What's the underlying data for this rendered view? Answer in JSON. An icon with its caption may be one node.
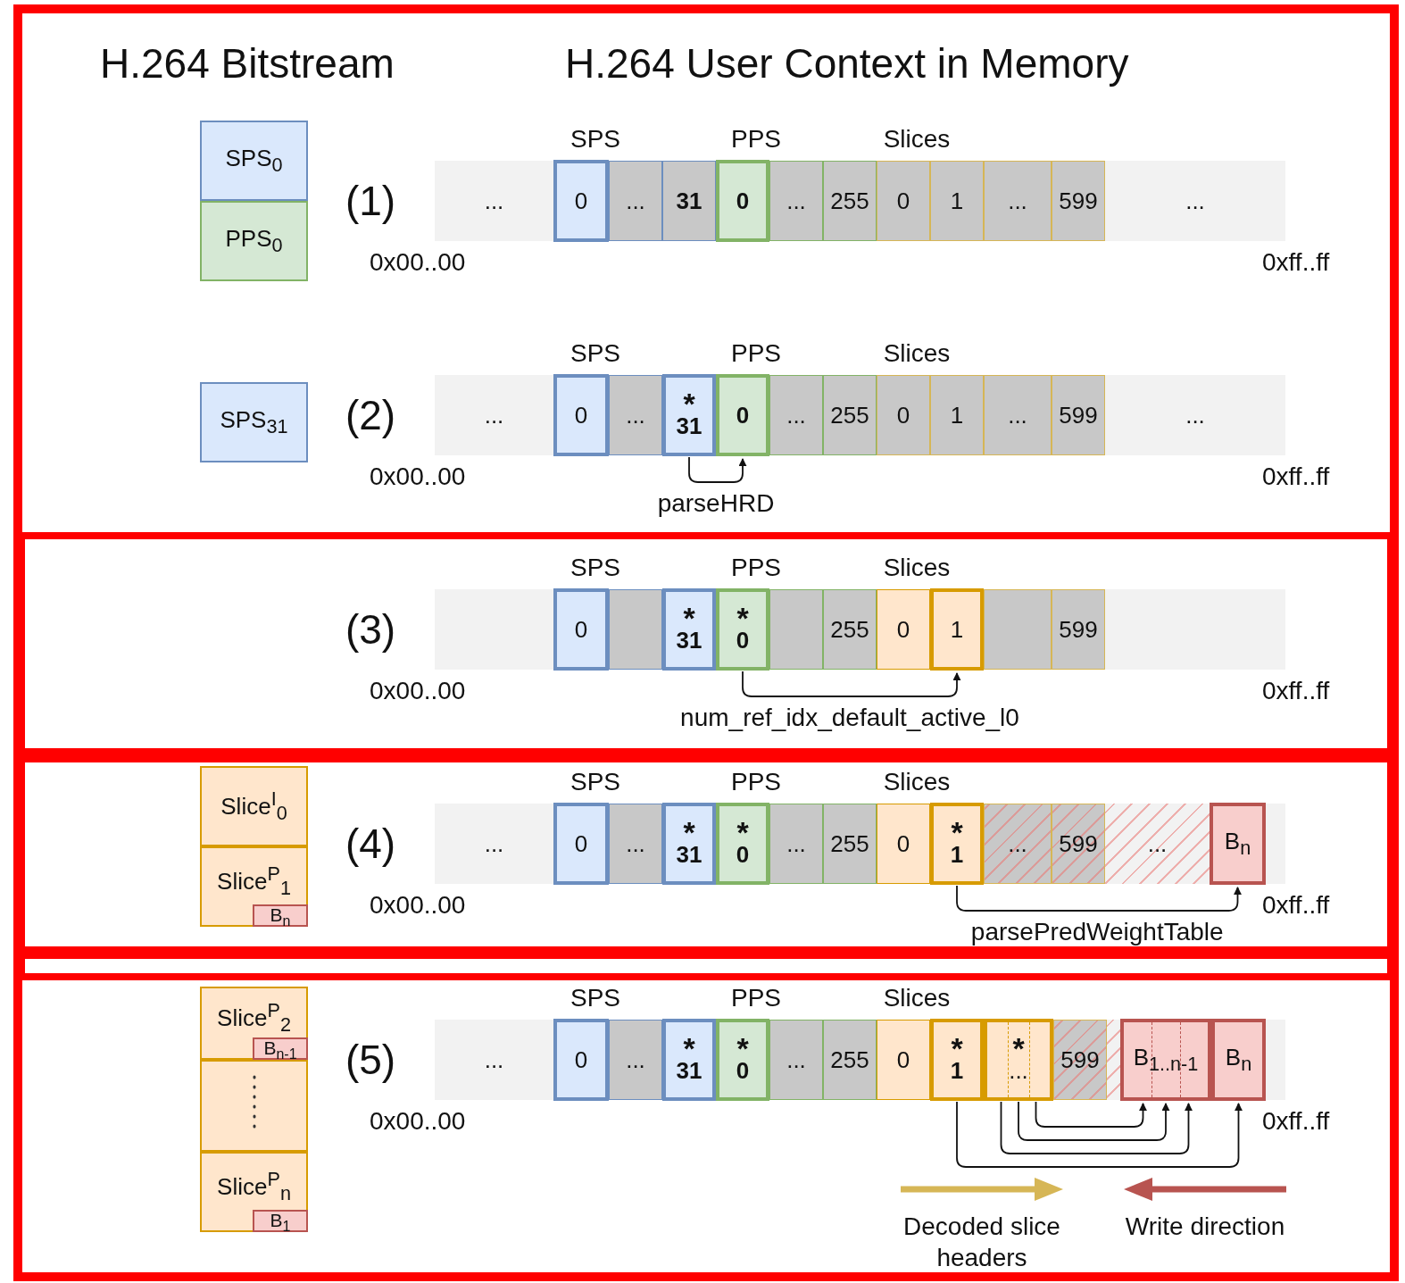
{
  "diagram": {
    "labels": [
      "H.264 Bitstream",
      "H.264 User Context in Memory"
    ],
    "nodes": [
      {
        "text": [
          "SPS$_{0}$"
        ]
      },
      {
        "text": [
          "PPS$_{0}$"
        ]
      },
      {
        "text": [],
        "shape": "bar",
        "beside": [
          "SPS",
          "PPS",
          "Slices",
          "(1)",
          "0x00..00",
          "0xff..ff"
        ]
      },
      {
        "text": [
          "..."
        ],
        "in": 2
      },
      {
        "text": [
          "0"
        ],
        "in": 2
      },
      {
        "text": [
          "..."
        ],
        "in": 2
      },
      {
        "text": [
          "31"
        ],
        "in": 2
      },
      {
        "text": [
          "0"
        ],
        "in": 2
      },
      {
        "text": [
          "..."
        ],
        "in": 2
      },
      {
        "text": [
          "255"
        ],
        "in": 2
      },
      {
        "text": [
          "0"
        ],
        "in": 2
      },
      {
        "text": [
          "1"
        ],
        "in": 2
      },
      {
        "text": [
          "..."
        ],
        "in": 2
      },
      {
        "text": [
          "599"
        ],
        "in": 2
      },
      {
        "text": [
          "..."
        ],
        "in": 2
      },
      {
        "text": [
          "SPS$_{31}$"
        ]
      },
      {
        "text": [],
        "shape": "bar",
        "beside": [
          "SPS",
          "PPS",
          "Slices",
          "(2)",
          "0x00..00",
          "0xff..ff"
        ]
      },
      {
        "text": [
          "..."
        ],
        "in": 16
      },
      {
        "text": [
          "0"
        ],
        "in": 16
      },
      {
        "text": [
          "..."
        ],
        "in": 16
      },
      {
        "text": [
          "*",
          "31"
        ],
        "in": 16
      },
      {
        "text": [
          "0"
        ],
        "in": 16
      },
      {
        "text": [
          "..."
        ],
        "in": 16
      },
      {
        "text": [
          "255"
        ],
        "in": 16
      },
      {
        "text": [
          "0"
        ],
        "in": 16
      },
      {
        "text": [
          "1"
        ],
        "in": 16
      },
      {
        "text": [
          "..."
        ],
        "in": 16
      },
      {
        "text": [
          "599"
        ],
        "in": 16
      },
      {
        "text": [
          "..."
        ],
        "in": 16
      },
      {
        "text": [],
        "shape": "bar",
        "beside": [
          "SPS",
          "PPS",
          "Slices",
          "(3)",
          "0x00..00",
          "0xff..ff"
        ]
      },
      {
        "text": [],
        "shape": "box",
        "in": 29
      },
      {
        "text": [
          "0"
        ],
        "in": 29
      },
      {
        "text": [],
        "shape": "box",
        "in": 29
      },
      {
        "text": [
          "*",
          "31"
        ],
        "in": 29
      },
      {
        "text": [
          "*",
          "0"
        ],
        "in": 29
      },
      {
        "text": [],
        "shape": "box",
        "in": 29
      },
      {
        "text": [
          "255"
        ],
        "in": 29
      },
      {
        "text": [
          "0"
        ],
        "in": 29
      },
      {
        "text": [
          "1"
        ],
        "in": 29
      },
      {
        "text": [],
        "shape": "box",
        "in": 29
      },
      {
        "text": [
          "599"
        ],
        "in": 29
      },
      {
        "text": [],
        "shape": "box",
        "in": 29
      },
      {
        "text": [
          "Slice$^{I}$$_{0}$"
        ]
      },
      {
        "text": [
          "Slice$^{P}$$_{1}$"
        ]
      },
      {
        "text": [
          "B$_{n}$"
        ],
        "in": 43
      },
      {
        "text": [],
        "shape": "bar",
        "beside": [
          "SPS",
          "PPS",
          "Slices",
          "(4)",
          "0x00..00",
          "0xff..ff"
        ]
      },
      {
        "text": [
          "..."
        ],
        "in": 45
      },
      {
        "text": [
          "0"
        ],
        "in": 45
      },
      {
        "text": [
          "..."
        ],
        "in": 45
      },
      {
        "text": [
          "*",
          "31"
        ],
        "in": 45
      },
      {
        "text": [
          "*",
          "0"
        ],
        "in": 45
      },
      {
        "text": [
          "..."
        ],
        "in": 45
      },
      {
        "text": [
          "255"
        ],
        "in": 45
      },
      {
        "text": [
          "0"
        ],
        "in": 45
      },
      {
        "text": [
          "*",
          "1"
        ],
        "in": 45
      },
      {
        "text": [
          "..."
        ],
        "in": 45
      },
      {
        "text": [
          "599"
        ],
        "in": 45
      },
      {
        "text": [
          "..."
        ],
        "in": 45
      },
      {
        "text": [
          "B$_{n}$"
        ],
        "in": 45
      },
      {
        "text": [],
        "shape": "box",
        "in": 45
      },
      {
        "text": [
          "Slice$^{P}$$_{2}$"
        ]
      },
      {
        "text": [
          "B$_{n-1}$"
        ],
        "in": 60
      },
      {
        "text": [],
        "shape": "box"
      },
      {
        "text": [
          "Slice$^{P}$$_{n}$"
        ]
      },
      {
        "text": [
          "B$_{1}$"
        ],
        "in": 63
      },
      {
        "text": [],
        "shape": "bar",
        "beside": [
          "SPS",
          "PPS",
          "Slices",
          "(5)",
          "0x00..00",
          "0xff..ff"
        ]
      },
      {
        "text": [
          "..."
        ],
        "in": 65
      },
      {
        "text": [
          "0"
        ],
        "in": 65
      },
      {
        "text": [
          "..."
        ],
        "in": 65
      },
      {
        "text": [
          "*",
          "31"
        ],
        "in": 65
      },
      {
        "text": [
          "*",
          "0"
        ],
        "in": 65
      },
      {
        "text": [
          "..."
        ],
        "in": 65
      },
      {
        "text": [
          "255"
        ],
        "in": 65
      },
      {
        "text": [
          "0"
        ],
        "in": 65
      },
      {
        "text": [
          "*",
          "1"
        ],
        "in": 65
      },
      {
        "text": [
          "*",
          "..."
        ],
        "in": 65
      },
      {
        "text": [
          "599"
        ],
        "in": 65
      },
      {
        "text": [],
        "shape": "box",
        "in": 65
      },
      {
        "text": [
          "B$_{1..n-1}$"
        ],
        "in": 65
      },
      {
        "text": [
          "B$_{n}$"
        ],
        "in": 65
      },
      {
        "text": [],
        "shape": "box",
        "in": 65
      }
    ],
    "edges": [
      {
        "from": 20,
        "to": 21,
        "arrow": "to",
        "label": "parseHRD"
      },
      {
        "from": 34,
        "to": 38,
        "arrow": "to",
        "label": "num_ref_idx_default_active_l0"
      },
      {
        "from": 54,
        "to": 58,
        "arrow": "to",
        "label": "parsePredWeightTable"
      },
      {
        "from": 74,
        "to": 79,
        "arrow": "to"
      },
      {
        "from": 75,
        "to": 78,
        "arrow": "to"
      },
      {
        "from": 75,
        "to": 78,
        "arrow": "to"
      },
      {
        "from": 75,
        "to": 78,
        "arrow": "to"
      }
    ],
    "legend": [
      {
        "text": "Decoded slice headers"
      },
      {
        "text": "Write direction"
      }
    ]
  }
}
